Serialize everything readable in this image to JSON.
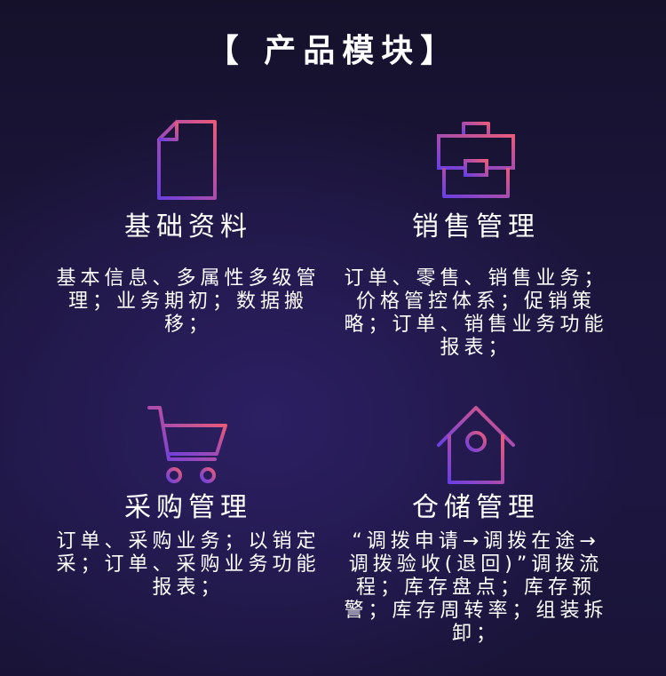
{
  "header": {
    "title": "【 产品模块】"
  },
  "modules": [
    {
      "icon": "document-icon",
      "title": "基础资料",
      "description": "基本信息、多属性多级管理；业务期初；数据搬移；"
    },
    {
      "icon": "briefcase-icon",
      "title": "销售管理",
      "description": "订单、零售、销售业务；价格管控体系；促销策略；订单、销售业务功能报表；"
    },
    {
      "icon": "shopping-cart-icon",
      "title": "采购管理",
      "description": "订单、采购业务；以销定采；订单、采购业务功能报表；"
    },
    {
      "icon": "house-icon",
      "title": "仓储管理",
      "description": "“调拨申请→调拨在途→调拨验收(退回)”调拨流程；库存盘点；库存预警；库存周转率；组装拆卸；"
    }
  ],
  "colors": {
    "icon_gradient_start": "#e85a7a",
    "icon_gradient_end": "#6b3fe0",
    "background": "#1b153a",
    "text": "#ffffff"
  }
}
